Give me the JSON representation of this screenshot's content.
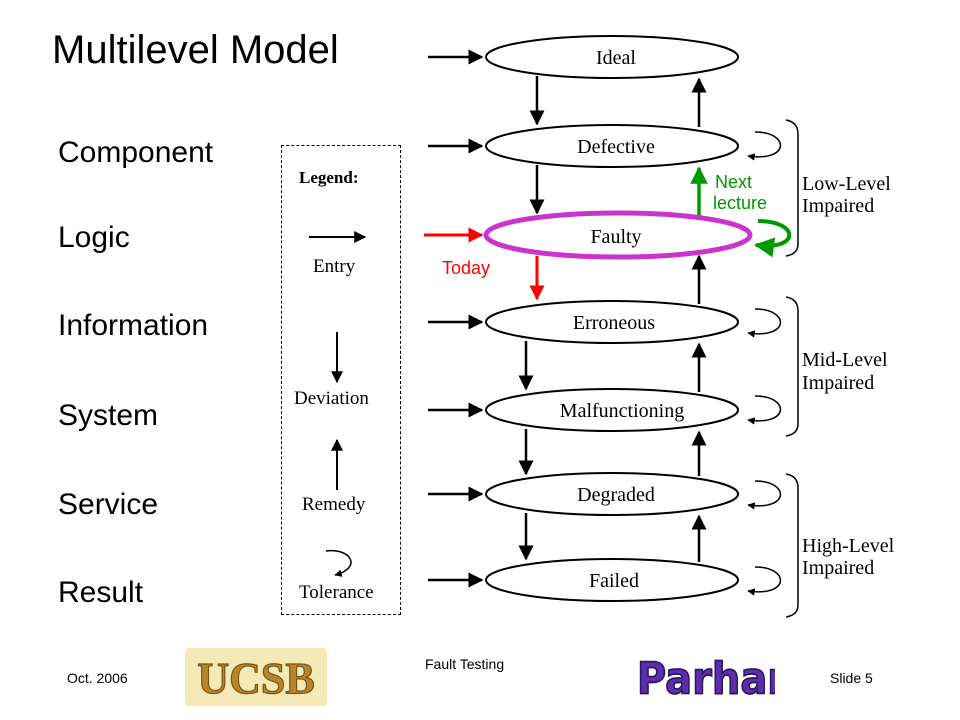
{
  "slide": {
    "title": "Multilevel Model",
    "levels": [
      "Component",
      "Logic",
      "Information",
      "System",
      "Service",
      "Result"
    ],
    "legend": {
      "title": "Legend:",
      "entry": "Entry",
      "deviation": "Deviation",
      "remedy": "Remedy",
      "tolerance": "Tolerance"
    },
    "states": [
      "Ideal",
      "Defective",
      "Faulty",
      "Erroneous",
      "Malfunctioning",
      "Degraded",
      "Failed"
    ],
    "groups": {
      "low": [
        "Low-Level",
        "Impaired"
      ],
      "mid": [
        "Mid-Level",
        "Impaired"
      ],
      "high": [
        "High-Level",
        "Impaired"
      ]
    },
    "notes": {
      "next": [
        "Next",
        "lecture"
      ],
      "today": "Today"
    },
    "colors": {
      "highlight": "#cc33cc",
      "today": "#ff0000",
      "next": "#009900"
    },
    "footer": {
      "date": "Oct. 2006",
      "center": "Fault Testing",
      "slide": "Slide 5",
      "logo_left": "UCSB",
      "logo_right": "B. Parhami"
    }
  }
}
